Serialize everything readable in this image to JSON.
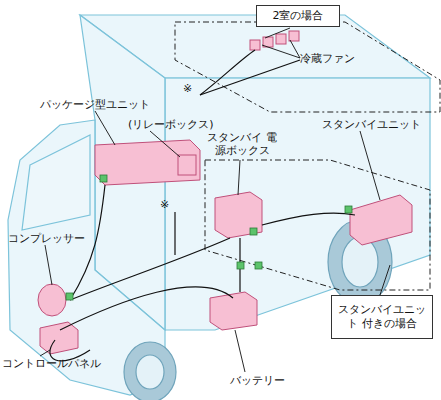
{
  "diagram": {
    "nodes": [
      {
        "text": [
          "2室の場合"
        ]
      },
      {
        "text": [
          "スタンバイユニット 付きの場合"
        ]
      }
    ],
    "labels": [
      "冷蔵ファン",
      "※",
      "パッケージ型ユニット",
      "(リレーボックス)",
      "スタンバイ 電源ボックス",
      "※",
      "スタンバイユニット",
      "コンプレッサー",
      "コントロールパネル",
      "バッテリー"
    ]
  }
}
